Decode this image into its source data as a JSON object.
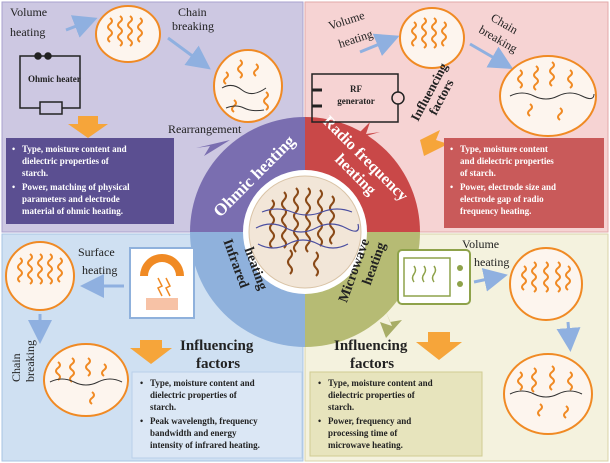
{
  "colors": {
    "ohmic_bg": "#cdc8e2",
    "ohmic_box": "#5b4f91",
    "rf_bg": "#f6d3d3",
    "rf_box": "#c95a5a",
    "ir_bg": "#cfe0f2",
    "ir_box": "#dbe7f5",
    "mw_bg": "#f4f2de",
    "mw_box": "#e7e4bd",
    "orange": "#f08a24",
    "arrow_orange": "#f6a53a"
  },
  "ohmic": {
    "volume_heating": [
      "Volume",
      "heating"
    ],
    "chain_breaking": [
      "Chain",
      "breaking"
    ],
    "heater_label": "Ohmic heater",
    "rearrangement": "Rearrangement",
    "sector_label": "Ohmic heating",
    "bullets": [
      [
        "Type, moisture content and",
        "dielectric properties of",
        "starch."
      ],
      [
        "Power, matching of physical",
        "parameters and electrode",
        "material of ohmic heating."
      ]
    ]
  },
  "rf": {
    "volume_heating": [
      "Volume",
      "heating"
    ],
    "chain_breaking": [
      "Chain",
      "breaking"
    ],
    "generator_label": [
      "RF",
      "generator"
    ],
    "influencing": [
      "Influencing",
      "factors"
    ],
    "sector_label": [
      "Radio frequency",
      "heating"
    ],
    "bullets": [
      [
        "Type, moisture content",
        "and dielectric properties",
        "of starch."
      ],
      [
        "Power, electrode size and",
        "electrode gap of radio",
        "frequency heating."
      ]
    ]
  },
  "ir": {
    "surface_heating": [
      "Surface",
      "heating"
    ],
    "chain_breaking": [
      "Chain",
      "breaking"
    ],
    "influencing": [
      "Influencing",
      "factors"
    ],
    "sector_label": [
      "Infrared",
      "heating"
    ],
    "bullets": [
      [
        "Type, moisture content and",
        "dielectric properties of",
        "starch."
      ],
      [
        "Peak wavelength, frequency",
        "bandwidth and energy",
        "intensity of infrared heating."
      ]
    ]
  },
  "mw": {
    "volume_heating": [
      "Volume",
      "heating"
    ],
    "influencing": [
      "Influencing",
      "factors"
    ],
    "sector_label": [
      "Microwave",
      "heating"
    ],
    "bullets": [
      [
        "Type, moisture content and",
        "dielectric properties of",
        "starch."
      ],
      [
        "Power, frequency and",
        "processing time of",
        "microwave heating."
      ]
    ]
  },
  "bullet_char": "•"
}
